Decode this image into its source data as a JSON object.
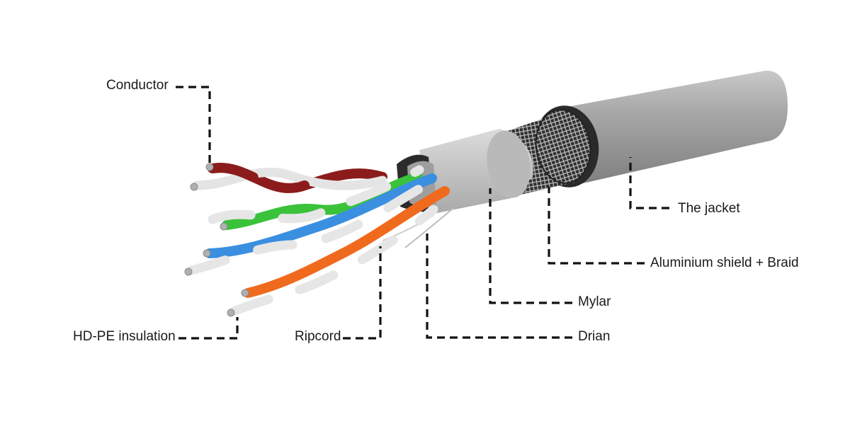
{
  "labels": {
    "conductor": "Conductor",
    "insulation": "HD-PE insulation",
    "ripcord": "Ripcord",
    "drain": "Drian",
    "mylar": "Mylar",
    "shield": "Aluminium shield  + Braid",
    "jacket": "The jacket"
  },
  "colors": {
    "jacket": "#9a9a9a",
    "foil": "#c4c4c4",
    "braid": "#3a3a3a",
    "insulation_white": "#e6e6e6",
    "pair_brown": "#8c1c1c",
    "pair_green": "#3bc23b",
    "pair_blue": "#3a8fe0",
    "pair_orange": "#f06a1e",
    "conductor": "#b0b0b0",
    "leader": "#111111"
  }
}
